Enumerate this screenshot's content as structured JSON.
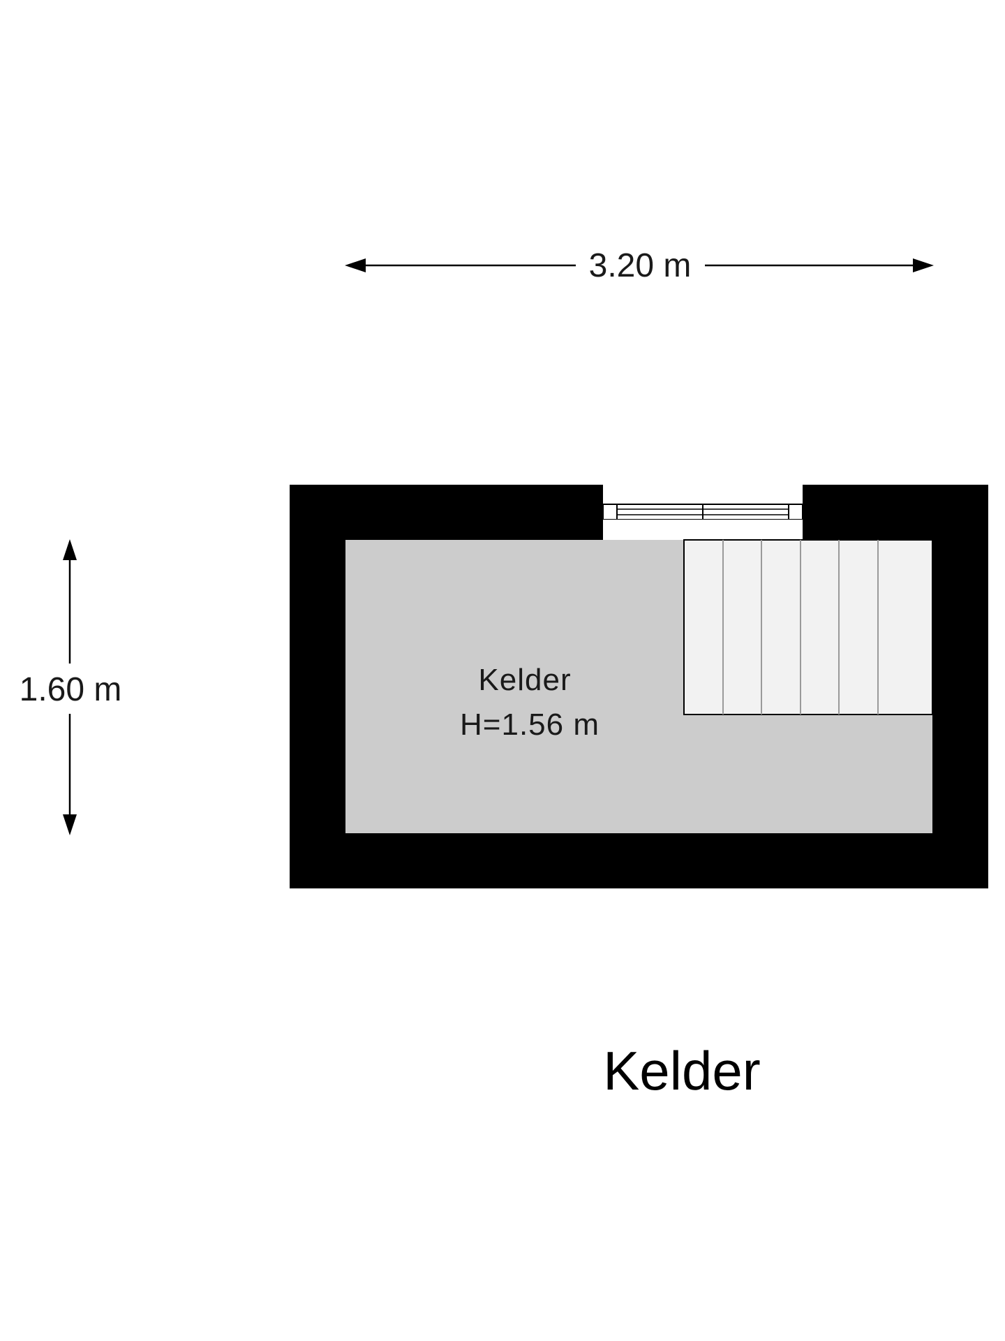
{
  "floorplan": {
    "floor_title": "Kelder",
    "width_dimension": "3.20 m",
    "depth_dimension": "1.60 m",
    "rooms": [
      {
        "name": "Kelder",
        "height": "H=1.56 m"
      }
    ],
    "colors": {
      "wall": "#000000",
      "floor": "#cccccc",
      "stair": "#f2f2f2",
      "background": "#ffffff"
    }
  }
}
